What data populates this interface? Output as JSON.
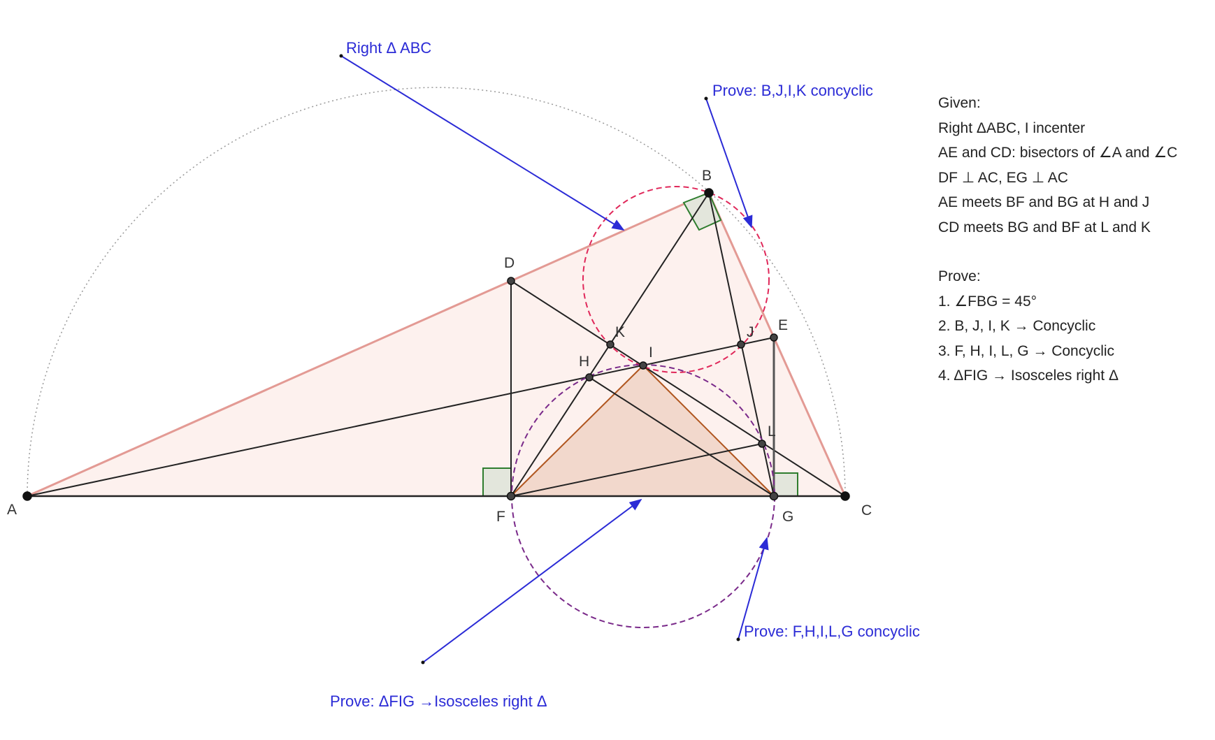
{
  "points": {
    "A": "A",
    "B": "B",
    "C": "C",
    "D": "D",
    "E": "E",
    "F": "F",
    "G": "G",
    "H": "H",
    "I": "I",
    "J": "J",
    "K": "K",
    "L": "L"
  },
  "annotations": {
    "right_abc": "Right Δ ABC",
    "bjik": "Prove: B,J,I,K concyclic",
    "fhilg": "Prove: F,H,I,L,G concyclic",
    "fig": "Prove: ΔFIG →Isosceles right Δ"
  },
  "panel": {
    "given_title": "Given:",
    "given": [
      "Right ΔABC, I incenter",
      "AE and CD: bisectors of ∠A and ∠C",
      "DF ⊥ AC, EG ⊥ AC",
      "AE meets BF and BG at H and J",
      "CD meets BG and BF at L and K"
    ],
    "prove_title": "Prove:",
    "prove": [
      "1. ∠FBG = 45°",
      "2. B, J, I, K → Concyclic",
      "3. F, H, I, L, G → Concyclic",
      "4. ΔFIG → Isosceles right Δ"
    ]
  },
  "colors": {
    "triangle_edge": "#e39a94",
    "triangle_fill": "#fdf1ee",
    "fig_fill": "#f2d8cc",
    "fig_edge": "#b0561f",
    "right_angle": "#2e7d2e",
    "circle_bjik": "#e0285a",
    "circle_fhilg": "#7a2a8a",
    "annotation": "#2b2bd6"
  }
}
